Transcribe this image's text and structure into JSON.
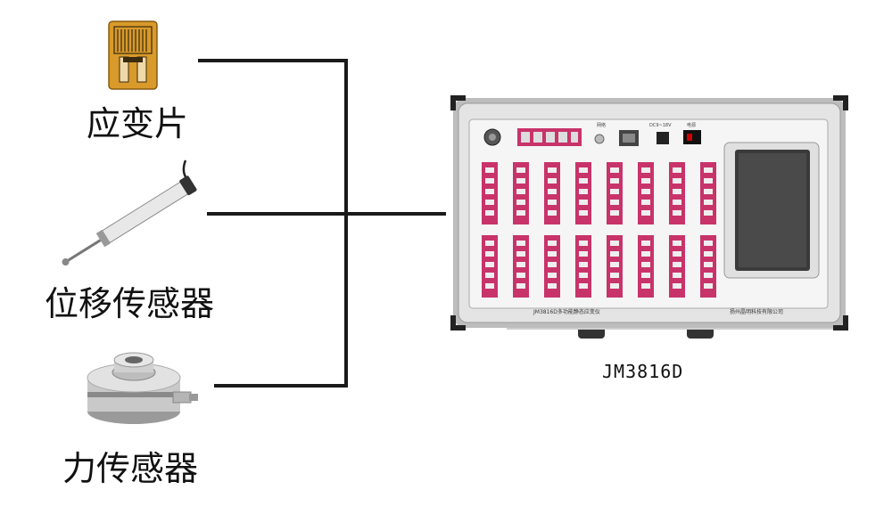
{
  "diagram": {
    "sensors": [
      {
        "label": "应变片",
        "icon": "strain-gauge-icon"
      },
      {
        "label": "位移传感器",
        "icon": "displacement-sensor-icon"
      },
      {
        "label": "力传感器",
        "icon": "force-sensor-icon"
      }
    ],
    "instrument": {
      "model": "JM3816D",
      "panel_text": "JM3816D多功能静态应变仪",
      "company": "扬州晶明科技有限公司",
      "panel_labels": {
        "network": "网络",
        "power_in": "DC9~18V",
        "power": "电源"
      }
    },
    "colors": {
      "line": "#1a1a1a",
      "terminal": "#c8336a",
      "case": "#d9d9d9",
      "screen": "#3a3a3a"
    }
  }
}
